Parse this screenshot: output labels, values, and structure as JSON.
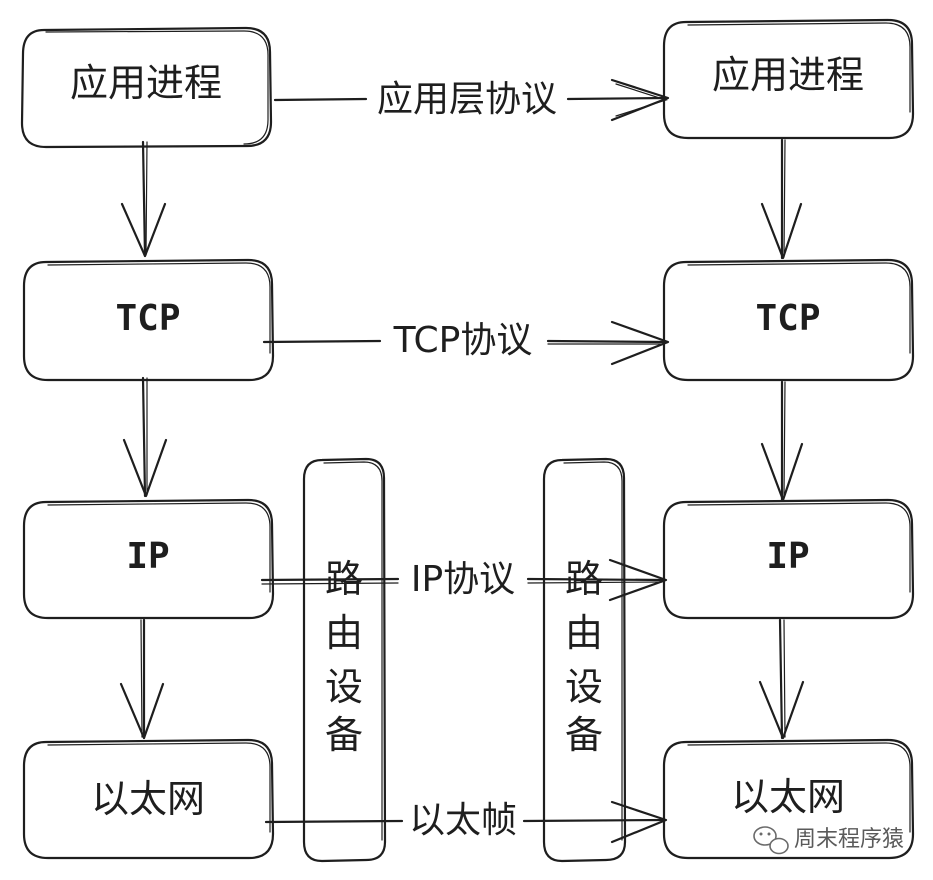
{
  "left_stack": {
    "app": "应用进程",
    "tcp": "TCP",
    "ip": "IP",
    "eth": "以太网"
  },
  "right_stack": {
    "app": "应用进程",
    "tcp": "TCP",
    "ip": "IP",
    "eth": "以太网"
  },
  "edges": {
    "app_protocol": "应用层协议",
    "tcp_protocol": "TCP协议",
    "ip_protocol": "IP协议",
    "eth_frame": "以太帧"
  },
  "routers": {
    "left": [
      "路",
      "由",
      "设",
      "备"
    ],
    "right": [
      "路",
      "由",
      "设",
      "备"
    ]
  },
  "watermark": {
    "icon": "wechat-icon",
    "text": "周末程序猿"
  }
}
